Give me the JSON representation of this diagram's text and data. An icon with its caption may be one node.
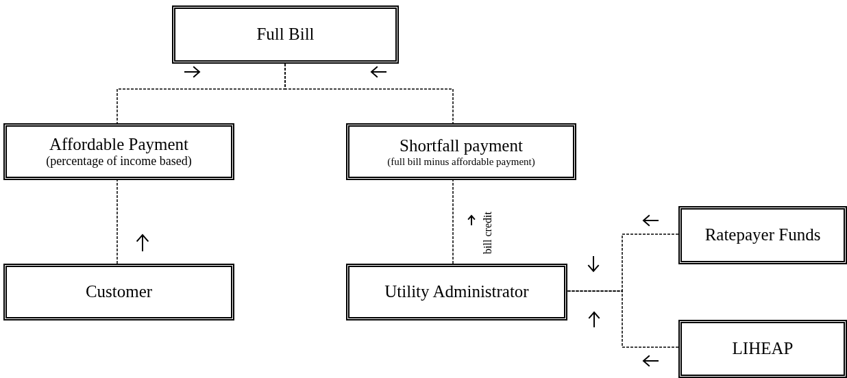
{
  "diagram": {
    "nodes": [
      {
        "text": [
          "Full Bill"
        ]
      },
      {
        "text": [
          "Affordable Payment",
          "(percentage of income based)"
        ]
      },
      {
        "text": [
          "Shortfall payment",
          "(full bill minus affordable payment)"
        ]
      },
      {
        "text": [
          "Customer"
        ]
      },
      {
        "text": [
          "Utility Administrator"
        ]
      },
      {
        "text": [
          "Ratepayer Funds"
        ]
      },
      {
        "text": [
          "LIHEAP"
        ]
      }
    ],
    "edges": [
      {
        "from": 0,
        "to": 1,
        "arrow": "none",
        "style": "dashed"
      },
      {
        "from": 0,
        "to": 2,
        "arrow": "none",
        "style": "dashed"
      },
      {
        "from": 3,
        "to": 1,
        "arrow": "none",
        "style": "dashed"
      },
      {
        "from": 4,
        "to": 2,
        "arrow": "none",
        "style": "dashed",
        "label": "bill credit"
      },
      {
        "from": 5,
        "to": 4,
        "arrow": "none",
        "style": "dashed"
      },
      {
        "from": 6,
        "to": 4,
        "arrow": "none",
        "style": "dashed"
      }
    ]
  }
}
